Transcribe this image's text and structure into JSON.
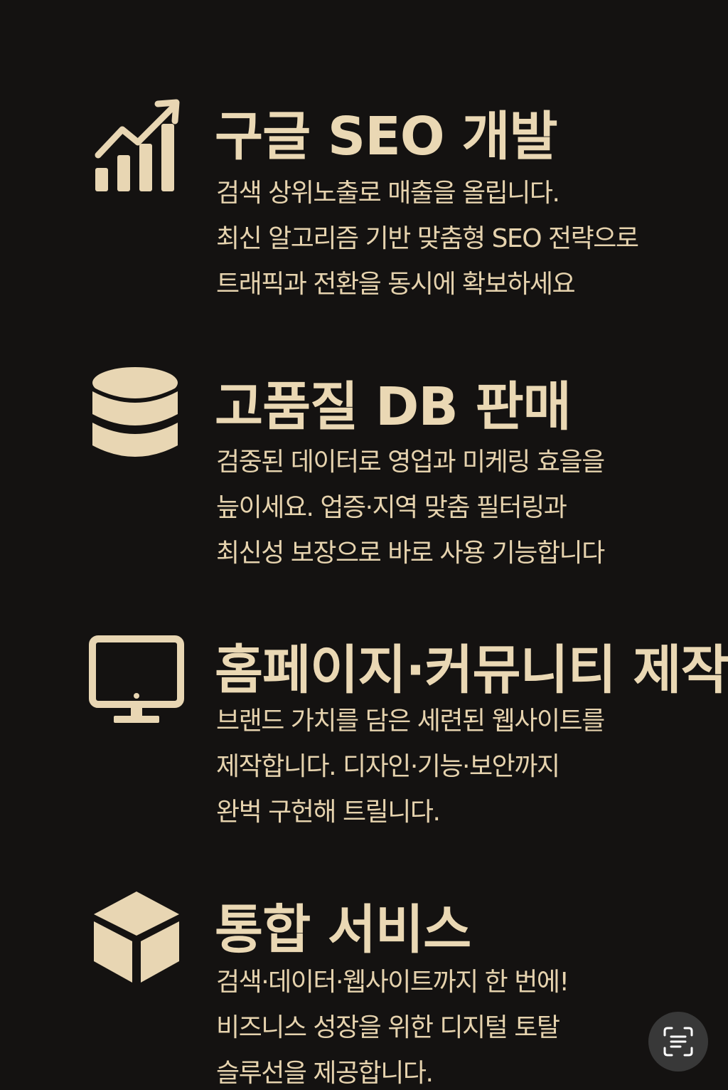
{
  "services": [
    {
      "id": "seo",
      "icon": "growth-chart-icon",
      "title": "구글 SEO 개발",
      "lines": [
        "검색 상위노출로 매출을 올립니다.",
        "최신 알고리즘 기반 맞춤형 SEO 전략으로",
        "트래픽과 전환을 동시에 확보하세요"
      ]
    },
    {
      "id": "db",
      "icon": "database-icon",
      "title": "고품질 DB 판매",
      "lines": [
        "검중된 데이터로 영업과 미케링 효을을",
        "늪이세요. 업증·지역 맞춤 필터링과",
        "최신성 보장으로 바로 사용 기능합니다"
      ]
    },
    {
      "id": "web",
      "icon": "monitor-icon",
      "title": "홈페이지·커뮤니티 제작",
      "lines": [
        "브랜드 가치를 담은 세련된 웹사이트를",
        "제작합니다. 디자인·기능·보안까지",
        "완벅 구헌해 트릴니다."
      ]
    },
    {
      "id": "integrated",
      "icon": "cube-icon",
      "title": "통합 서비스",
      "lines": [
        "검색·데이터·웹사이트까지 한 번에!",
        "비즈니스 성장을 위한 디지털 토탈",
        "슬루선을 제공합니다."
      ]
    }
  ],
  "colors": {
    "background": "#141211",
    "accent": "#e8d6b3",
    "fab": "#3e3e3e"
  },
  "fab": {
    "icon": "text-scan-icon"
  }
}
